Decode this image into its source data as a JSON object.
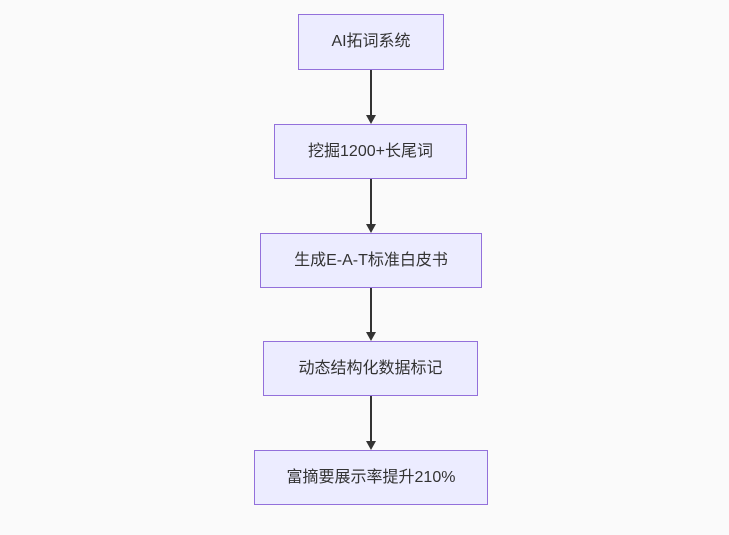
{
  "page": {
    "background_color": "#fafafa"
  },
  "flowchart": {
    "type": "flowchart",
    "direction": "top-down",
    "colors": {
      "node_fill": "#ECECFF",
      "node_border": "#9370DB",
      "edge_color": "#333333",
      "text_color": "#333333"
    },
    "nodes": [
      {
        "label": "AI拓词系统"
      },
      {
        "label": "挖掘1200+长尾词"
      },
      {
        "label": "生成E-A-T标准白皮书"
      },
      {
        "label": "动态结构化数据标记"
      },
      {
        "label": "富摘要展示率提升210%"
      }
    ],
    "edges": [
      {
        "from": 0,
        "to": 1,
        "style": "arrow"
      },
      {
        "from": 1,
        "to": 2,
        "style": "arrow"
      },
      {
        "from": 2,
        "to": 3,
        "style": "arrow"
      },
      {
        "from": 3,
        "to": 4,
        "style": "arrow"
      }
    ]
  }
}
